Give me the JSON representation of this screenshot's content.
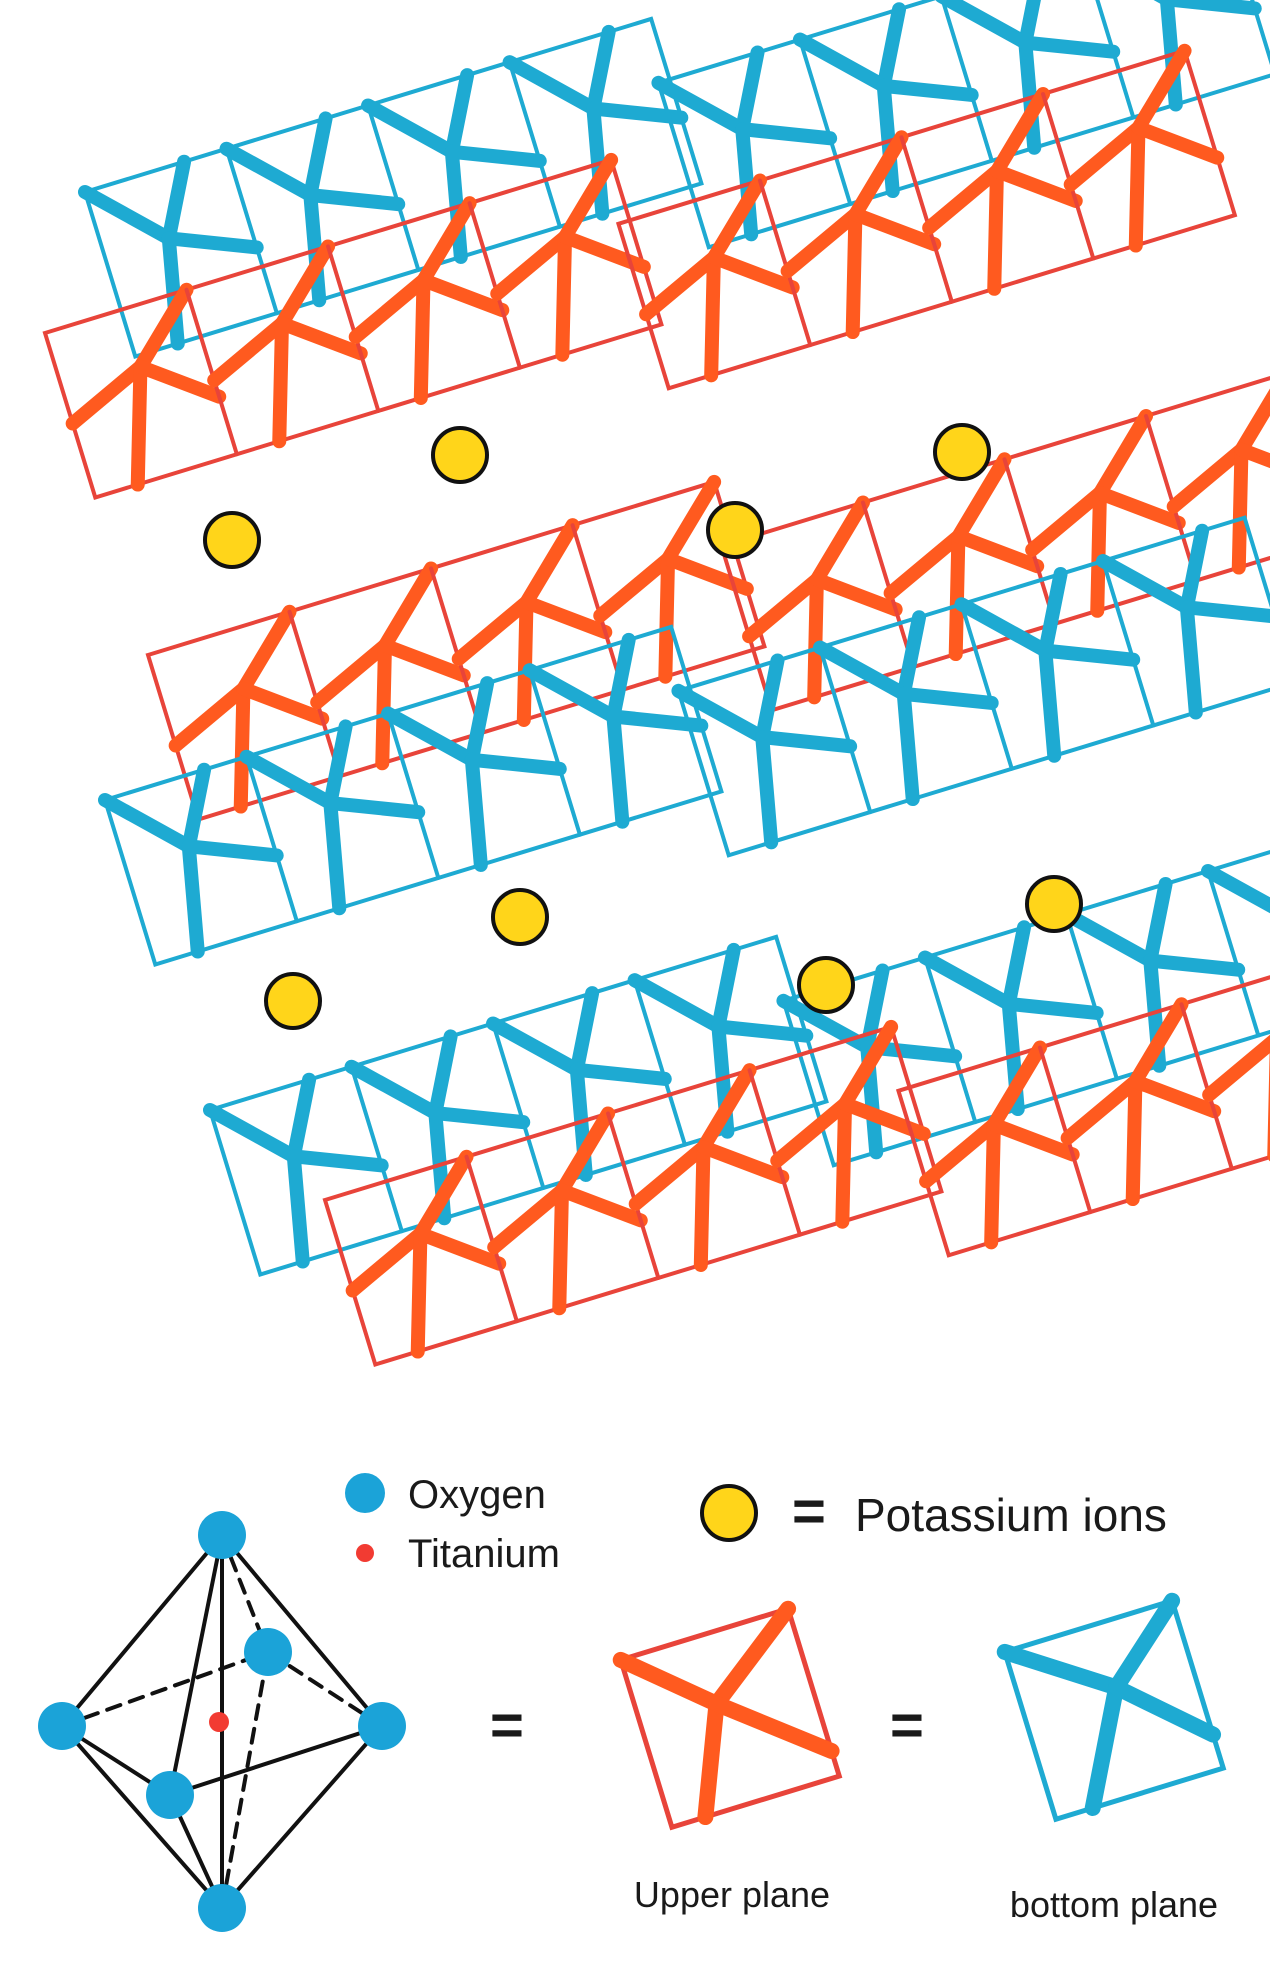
{
  "colors": {
    "titanium_octahedra": "#ff5a1f",
    "titanium_outline": "#e8443a",
    "oxygen_octahedra": "#1eaad2",
    "potassium_ion": "#ffd51a",
    "oxygen_atom": "#1ba3d8",
    "titanium_atom": "#f23b32"
  },
  "legend": {
    "oxygen_label": "Oxygen",
    "titanium_label": "Titanium",
    "potassium_eq": "=",
    "potassium_label": "Potassium ions",
    "eq1": "=",
    "eq2": "=",
    "upper_plane_label": "Upper plane",
    "bottom_plane_label": "bottom plane"
  },
  "structure": {
    "layers": [
      {
        "plane": "bottom",
        "strips": 2,
        "octahedra_per_strip": 4
      },
      {
        "plane": "upper",
        "strips": 2,
        "octahedra_per_strip": 4
      },
      {
        "plane": "upper",
        "strips": 2,
        "octahedra_per_strip": 4
      },
      {
        "plane": "bottom",
        "strips": 2,
        "octahedra_per_strip": 4
      },
      {
        "plane": "bottom",
        "strips": 2,
        "octahedra_per_strip": 4
      },
      {
        "plane": "upper",
        "strips": 2,
        "octahedra_per_strip": 4
      }
    ],
    "potassium_ion_count": 8
  }
}
